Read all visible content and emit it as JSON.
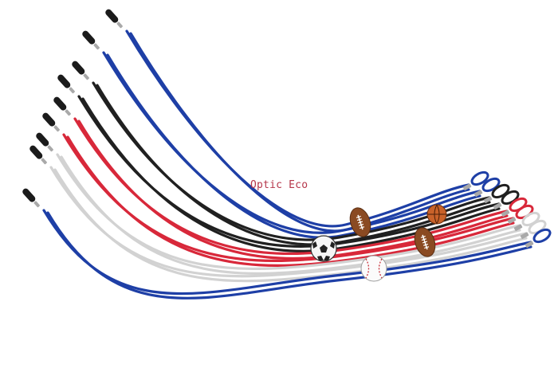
{
  "watermark": {
    "text": "Optic Eco"
  },
  "colors": {
    "background": "#ffffff",
    "watermark": "#b5364a",
    "cord_blue": "#1e3fa6",
    "cord_black": "#202020",
    "cord_red": "#d8283a",
    "cord_white": "#d2d2d2",
    "tip_black": "#1b1b1b",
    "metal": "#a9a9a9"
  },
  "products": [
    {
      "type": "eyeglass-cord",
      "color": "blue"
    },
    {
      "type": "eyeglass-cord",
      "color": "blue"
    },
    {
      "type": "eyeglass-cord",
      "color": "black"
    },
    {
      "type": "eyeglass-cord",
      "color": "black"
    },
    {
      "type": "eyeglass-cord",
      "color": "red"
    },
    {
      "type": "eyeglass-cord",
      "color": "red"
    },
    {
      "type": "eyeglass-cord",
      "color": "white"
    },
    {
      "type": "eyeglass-cord",
      "color": "white"
    },
    {
      "type": "eyeglass-cord",
      "color": "blue"
    }
  ],
  "charms": [
    {
      "kind": "american-football"
    },
    {
      "kind": "basketball"
    },
    {
      "kind": "soccer-ball"
    },
    {
      "kind": "american-football"
    },
    {
      "kind": "baseball"
    }
  ]
}
